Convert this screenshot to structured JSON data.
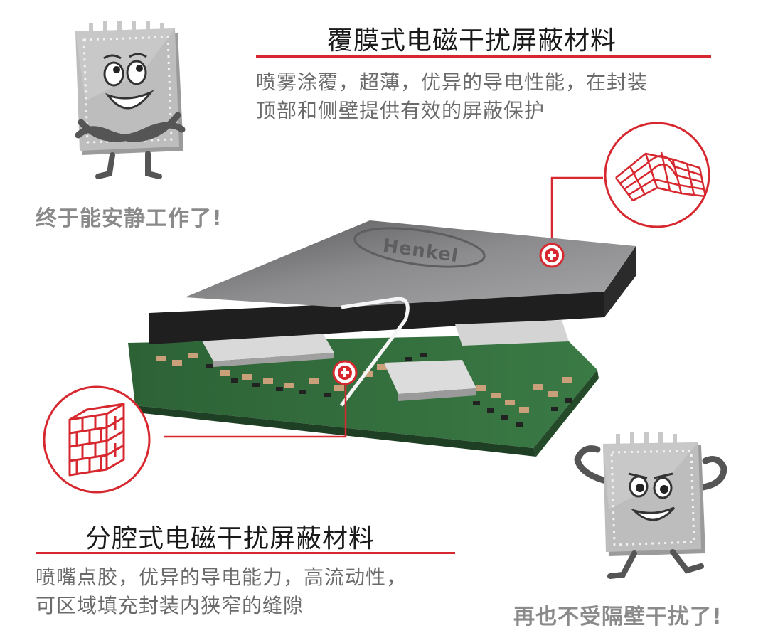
{
  "top_section": {
    "title": "覆膜式电磁干扰屏蔽材料",
    "desc_line1": "喷雾涂覆，超薄，优异的导电性能，在封装",
    "desc_line2": "顶部和侧壁提供有效的屏蔽保护",
    "slogan": "终于能安静工作了!"
  },
  "bottom_section": {
    "title": "分腔式电磁干扰屏蔽材料",
    "desc_line1": "喷嘴点胶，优异的导电能力，高流动性，",
    "desc_line2": "可区域填充封装内狭窄的缝隙",
    "slogan": "再也不受隔壁干扰了!"
  },
  "package_logo": "Henkel",
  "colors": {
    "accent_red": "#d7282f",
    "pcb_green": "#2f6b3a",
    "mold_gray": "#7d7d7f",
    "text_dark": "#1a1a1a",
    "text_gray": "#6b6b6b"
  },
  "icons": [
    "chip-mascot-relaxed-icon",
    "chip-mascot-flexing-icon",
    "mesh-wave-icon",
    "brick-wall-icon",
    "plus-marker-icon"
  ]
}
